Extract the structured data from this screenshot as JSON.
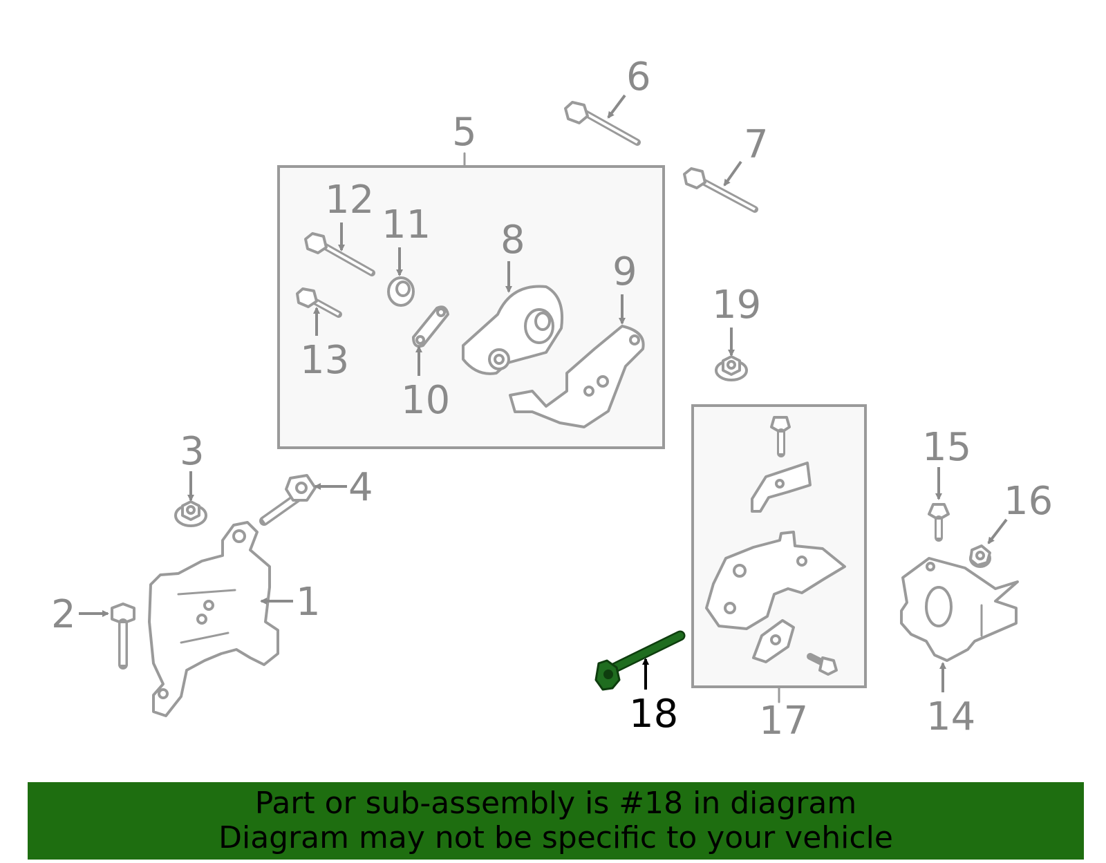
{
  "diagram": {
    "highlight_color": "#1f6d1f",
    "labels": {
      "l1": "1",
      "l2": "2",
      "l3": "3",
      "l4": "4",
      "l5": "5",
      "l6": "6",
      "l7": "7",
      "l8": "8",
      "l9": "9",
      "l10": "10",
      "l11": "11",
      "l12": "12",
      "l13": "13",
      "l14": "14",
      "l15": "15",
      "l16": "16",
      "l17": "17",
      "l18": "18",
      "l19": "19"
    }
  },
  "banner": {
    "background": "#1e6e10",
    "line1": "Part or sub-assembly is #18 in diagram",
    "line2": "Diagram may not be specific to your vehicle"
  }
}
